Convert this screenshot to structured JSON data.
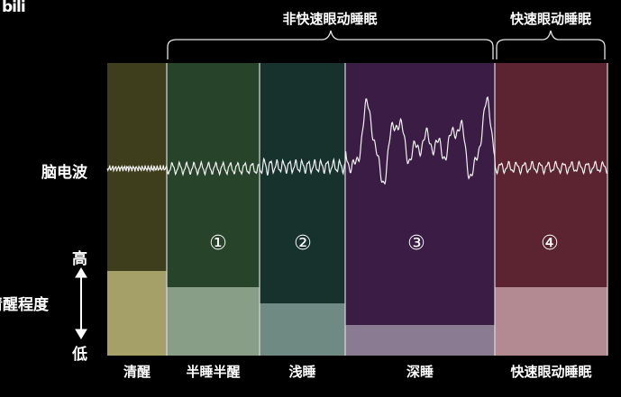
{
  "logo": "bili",
  "brace_labels": {
    "nrem": "非快速眼动睡眠",
    "rem": "快速眼动睡眠"
  },
  "row_labels": {
    "eeg": "脑电波",
    "wakefulness": "清醒程度",
    "high": "高",
    "low": "低"
  },
  "stages": [
    {
      "label": "清醒",
      "number": "",
      "top_color": "#3e3d1c",
      "bottom_color": "#a59f68",
      "wakefulness": 0.72
    },
    {
      "label": "半睡半醒",
      "number": "①",
      "top_color": "#27432a",
      "bottom_color": "#899e86",
      "wakefulness": 0.58
    },
    {
      "label": "浅睡",
      "number": "②",
      "top_color": "#17322d",
      "bottom_color": "#6f8a82",
      "wakefulness": 0.44
    },
    {
      "label": "深睡",
      "number": "③",
      "top_color": "#3a1c44",
      "bottom_color": "#8a7b92",
      "wakefulness": 0.26
    },
    {
      "label": "快速眼动睡眠",
      "number": "④",
      "top_color": "#5b2430",
      "bottom_color": "#b38a92",
      "wakefulness": 0.58
    }
  ]
}
